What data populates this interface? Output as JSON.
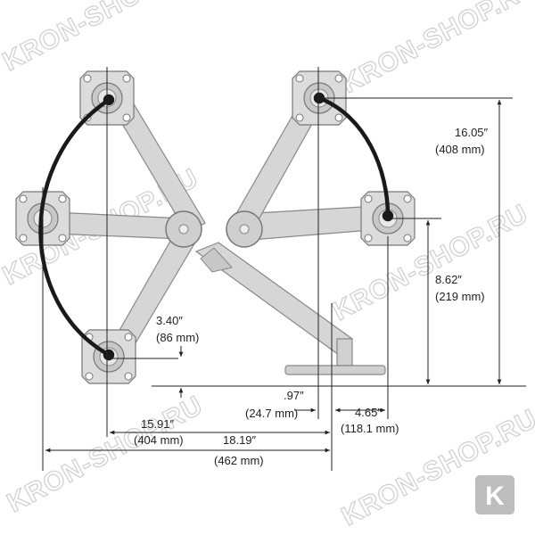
{
  "watermark": "KRON-SHOP.RU",
  "logo_letter": "K",
  "dimensions": {
    "height_total": {
      "imperial": "16.05″",
      "metric": "(408 mm)"
    },
    "height_mid": {
      "imperial": "8.62″",
      "metric": "(219 mm)"
    },
    "drop": {
      "imperial": "3.40″",
      "metric": "(86 mm)"
    },
    "offset_small": {
      "imperial": ".97″",
      "metric": "(24.7 mm)"
    },
    "offset_right": {
      "imperial": "4.65″",
      "metric": "(118.1 mm)"
    },
    "reach_inner": {
      "imperial": "15.91″",
      "metric": "(404 mm)"
    },
    "reach_outer": {
      "imperial": "18.19″",
      "metric": "(462 mm)"
    }
  },
  "colors": {
    "arm": "#cfcfcf",
    "arm_stroke": "#8a8a8a",
    "arc": "#1a1a1a",
    "dim_line": "#222222"
  }
}
